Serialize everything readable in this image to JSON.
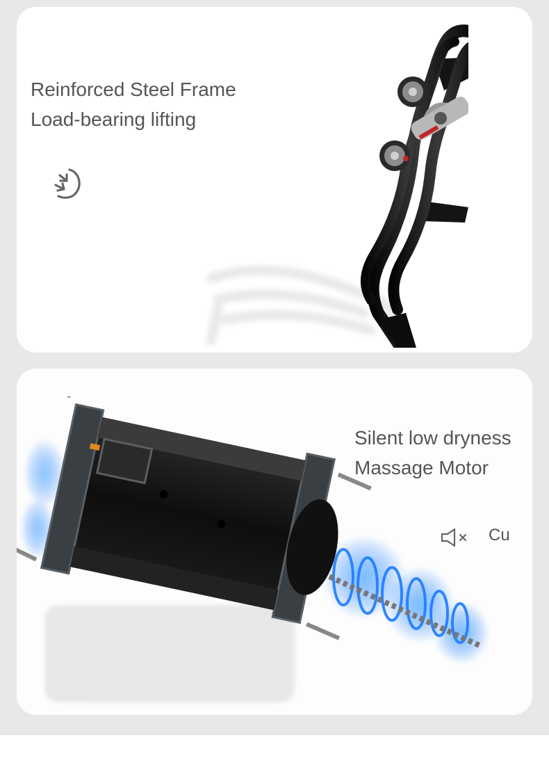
{
  "frame_section": {
    "title_line1": "Reinforced Steel Frame",
    "title_line2": "Load-bearing lifting",
    "feature_icon": "lift-arrow-icon",
    "image": "massage-chair-steel-frame-rail"
  },
  "motor_section": {
    "title_line1": "Silent low dryness",
    "title_line2": "Massage Motor",
    "mute_icon": "speaker-mute-icon",
    "material_label": "Cu",
    "image": "massage-motor-with-copper-coil-vibration"
  },
  "colors": {
    "background": "#e8e8e8",
    "card": "#ffffff",
    "text": "#555555",
    "frame_dark": "#1a1a1a",
    "accent_blue": "#1e7bff",
    "roller_red": "#c4232b"
  }
}
